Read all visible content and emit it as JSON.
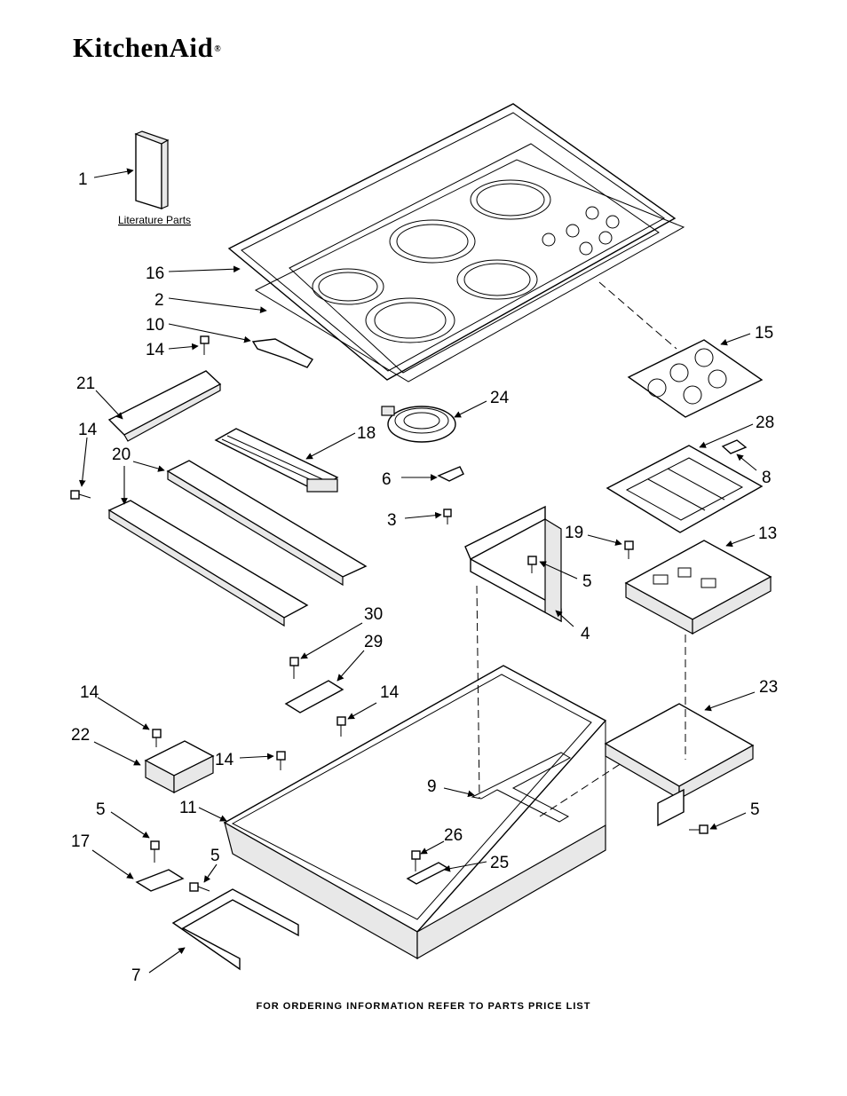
{
  "brand": {
    "logo_text": "KitchenAid",
    "registered_mark": "®"
  },
  "literature_label": "Literature Parts",
  "callouts": [
    "1",
    "16",
    "2",
    "10",
    "14",
    "21",
    "14",
    "20",
    "18",
    "24",
    "6",
    "3",
    "15",
    "28",
    "8",
    "19",
    "13",
    "5",
    "4",
    "30",
    "29",
    "14",
    "22",
    "14",
    "14",
    "9",
    "5",
    "17",
    "5",
    "11",
    "26",
    "25",
    "23",
    "5",
    "7"
  ],
  "footer": "FOR ORDERING INFORMATION REFER TO PARTS PRICE LIST"
}
